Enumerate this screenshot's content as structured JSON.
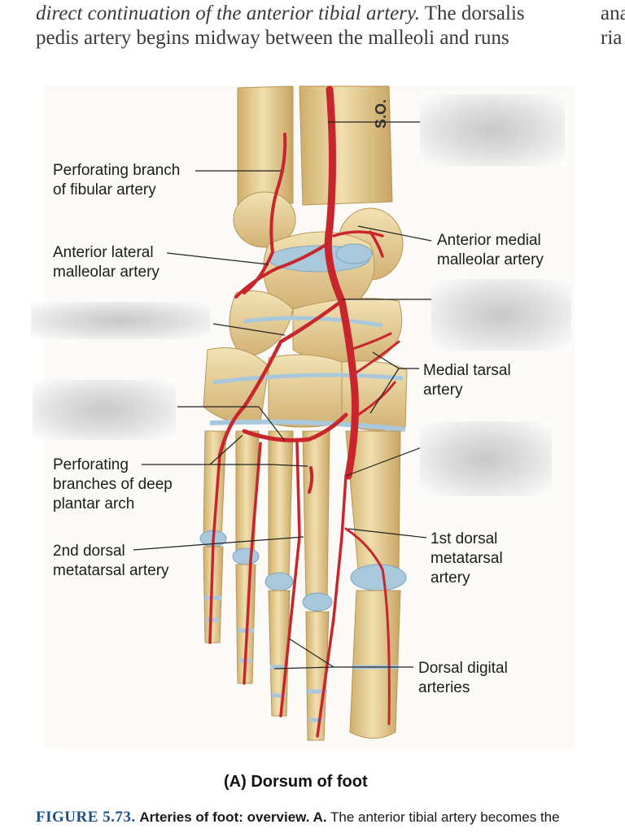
{
  "top_text": {
    "line1_italic": "direct continuation of the anterior tibial artery.",
    "line1_rest": " The dorsalis",
    "line2": "pedis artery begins midway between the malleoli and runs",
    "right_col_line1": "ana",
    "right_col_line2": "ria"
  },
  "labels": {
    "perforating_fibular_1": "Perforating branch",
    "perforating_fibular_2": "of fibular artery",
    "anterior_lateral_1": "Anterior lateral",
    "anterior_lateral_2": "malleolar artery",
    "anterior_medial_1": "Anterior medial",
    "anterior_medial_2": "malleolar artery",
    "medial_tarsal_1": "Medial tarsal",
    "medial_tarsal_2": "artery",
    "perforating_plantar_1": "Perforating",
    "perforating_plantar_2": "branches of deep",
    "perforating_plantar_3": "plantar arch",
    "second_dorsal_1": "2nd dorsal",
    "second_dorsal_2": "metatarsal artery",
    "first_dorsal_1": "1st dorsal",
    "first_dorsal_2": "metatarsal",
    "first_dorsal_3": "artery",
    "dorsal_digital_1": "Dorsal digital",
    "dorsal_digital_2": "arteries",
    "initials": "S.O."
  },
  "caption": "(A) Dorsum of foot",
  "figure": {
    "number": "FIGURE 5.73.",
    "title": "Arteries of foot: overview. A.",
    "text": " The anterior tibial artery becomes the"
  },
  "colors": {
    "bone": "#e8d29a",
    "bone_shadow": "#c9a86a",
    "cartilage": "#a9c8dc",
    "artery": "#c8262c",
    "artery_dark": "#8e1418",
    "figure_blue": "#1f4e8c"
  }
}
